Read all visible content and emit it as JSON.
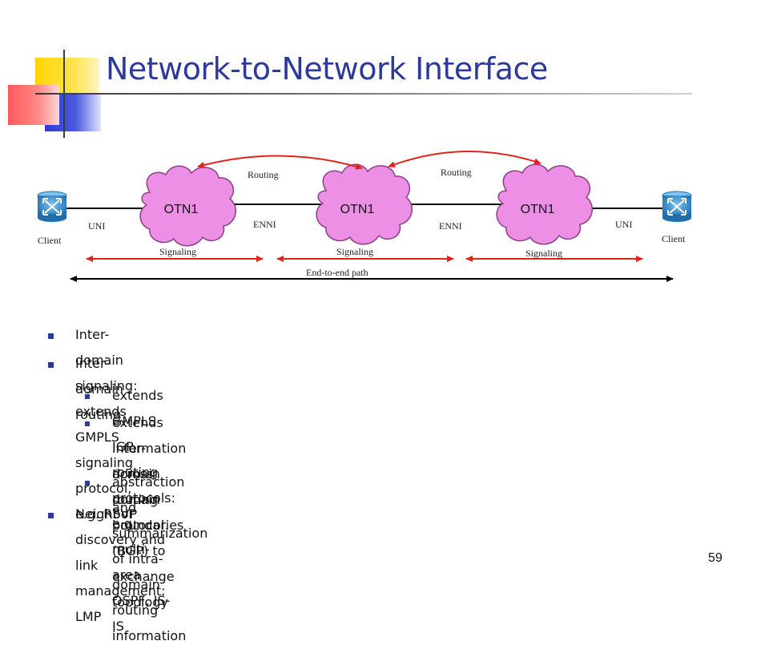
{
  "slide": {
    "title": "Network-to-Network Interface",
    "page_number": "59"
  },
  "diagram": {
    "clouds": [
      {
        "label": "OTN1"
      },
      {
        "label": "OTN1"
      },
      {
        "label": "OTN1"
      }
    ],
    "clients": [
      {
        "label": "Client"
      },
      {
        "label": "Client"
      }
    ],
    "interfaces": {
      "uni_left": "UNI",
      "enni_left": "ENNI",
      "enni_right": "ENNI",
      "uni_right": "UNI"
    },
    "routing": [
      "Routing",
      "Routing"
    ],
    "signaling": [
      "Signaling",
      "Signaling",
      "Signaling"
    ],
    "end_to_end": "End-to-end path",
    "colors": {
      "cloud_fill": "#ee8fe6",
      "cloud_stroke": "#8a3f86",
      "arrow": "#e0231c",
      "router": "#2c86c7",
      "title": "#2d3a9c"
    }
  },
  "bullets": [
    {
      "text": "Inter-domain signaling: extends GMPLS signaling protocol, e.g. RSVP"
    },
    {
      "text": "Inter-domain routing"
    },
    {
      "text": "extends GMPLS IGP routing protocols: e.g. multi-area OSPF, IS-IS"
    },
    {
      "line1": "extends inter-domain routing protocol (BGP) to exchange topology",
      "line2": "information across domain boundaries"
    },
    {
      "text": "abstraction and summarization of intra-domain routing information"
    },
    {
      "text": "Neighbor discovery and link management: LMP"
    }
  ]
}
